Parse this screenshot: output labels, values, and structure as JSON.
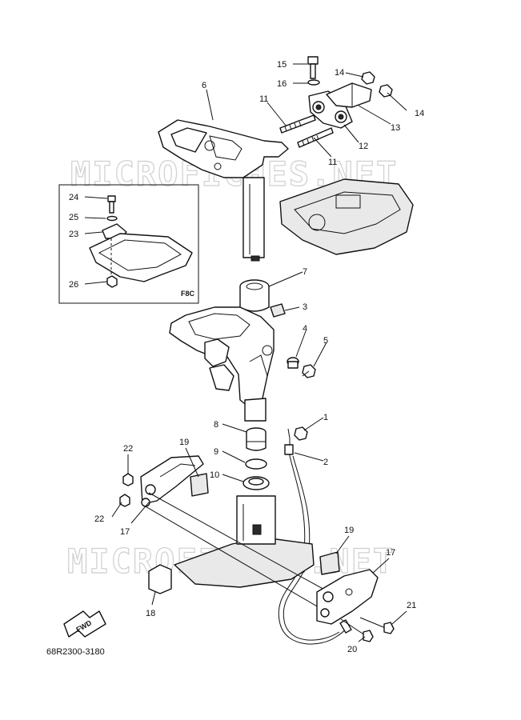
{
  "watermark": "MICROFICHES.NET",
  "diagram_code": "68R2300-3180",
  "inset_tag": "F8C",
  "fwd_label": "FWD",
  "callouts": [
    "1",
    "2",
    "3",
    "4",
    "5",
    "6",
    "7",
    "8",
    "9",
    "10",
    "11",
    "11",
    "12",
    "13",
    "14",
    "14",
    "15",
    "16",
    "17",
    "17",
    "18",
    "19",
    "19",
    "20",
    "21",
    "22",
    "22",
    "23",
    "24",
    "25",
    "26"
  ]
}
